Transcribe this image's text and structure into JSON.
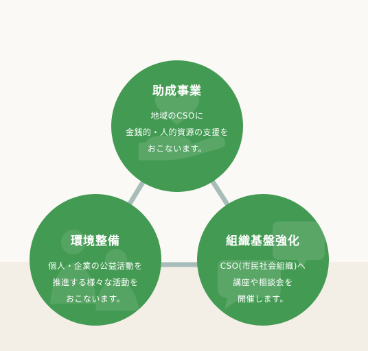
{
  "diagram": {
    "colors": {
      "circle_fill": "#439a52",
      "connector": "#a7bdb9",
      "text": "#ffffff",
      "background_top": "#faf9f6",
      "background_bottom": "#f3efe7"
    },
    "nodes": [
      {
        "title": "助成事業",
        "lines": [
          "地域のCSOに",
          "金銭的・人的資源の支援を",
          "おこないます。"
        ],
        "icon": "heart-in-hand-icon"
      },
      {
        "title": "環境整備",
        "lines": [
          "個人・企業の公益活動を",
          "推進する様々な活動を",
          "おこないます。"
        ],
        "icon": "people-icon"
      },
      {
        "title": "組織基盤強化",
        "lines": [
          "CSO(市民社会組織)へ",
          "講座や相談会を",
          "開催します。"
        ],
        "icon": "speech-bubbles-icon"
      }
    ]
  }
}
